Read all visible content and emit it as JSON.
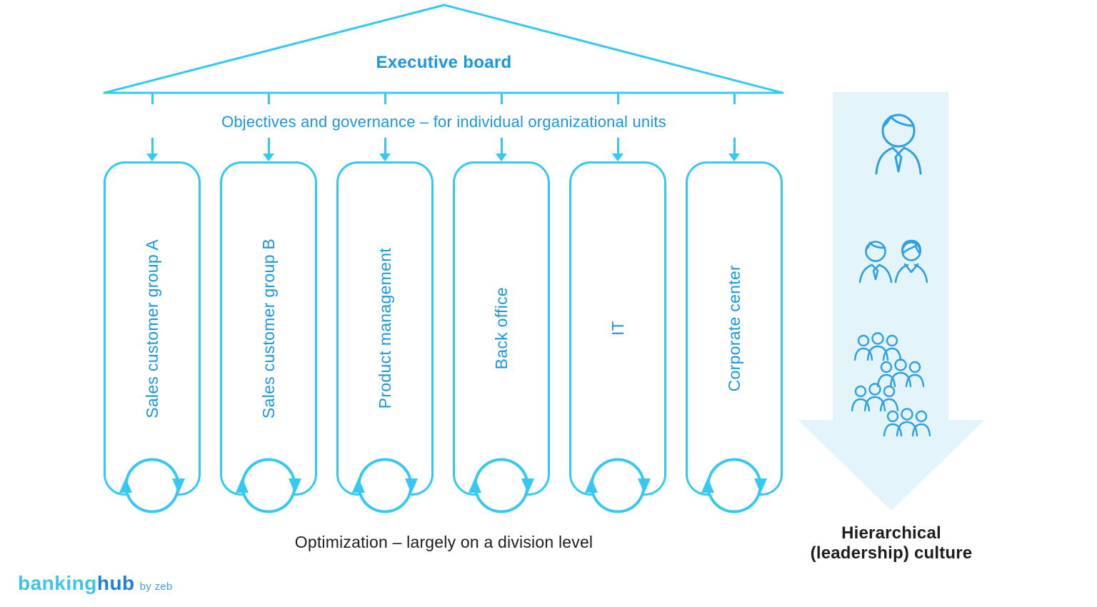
{
  "roof": {
    "label": "Executive board"
  },
  "governance_line": "Objectives and governance – for individual organizational units",
  "pillars": [
    {
      "label": "Sales customer group A"
    },
    {
      "label": "Sales customer group B"
    },
    {
      "label": "Product management"
    },
    {
      "label": "Back office"
    },
    {
      "label": "IT"
    },
    {
      "label": "Corporate center"
    }
  ],
  "optimization_line": "Optimization – largely on a division level",
  "side_arrow": {
    "caption_line1": "Hierarchical",
    "caption_line2": "(leadership) culture",
    "icons": [
      "person-icon",
      "two-persons-icon",
      "people-group-icon",
      "people-group-icon",
      "people-group-icon",
      "people-group-icon"
    ]
  },
  "logo": {
    "part1": "banking",
    "part2": "hub",
    "byline": "by zeb"
  },
  "colors": {
    "stroke_cyan": "#35c8f2",
    "text_blue": "#1a96e1",
    "icon_blue": "#2e9fe2",
    "band_background": "#e3f5fb",
    "dark_text": "#1d1d1b",
    "logo_banking": "#41c3ea",
    "logo_hub": "#1e80d4",
    "logo_byline": "#4a9ed9"
  }
}
